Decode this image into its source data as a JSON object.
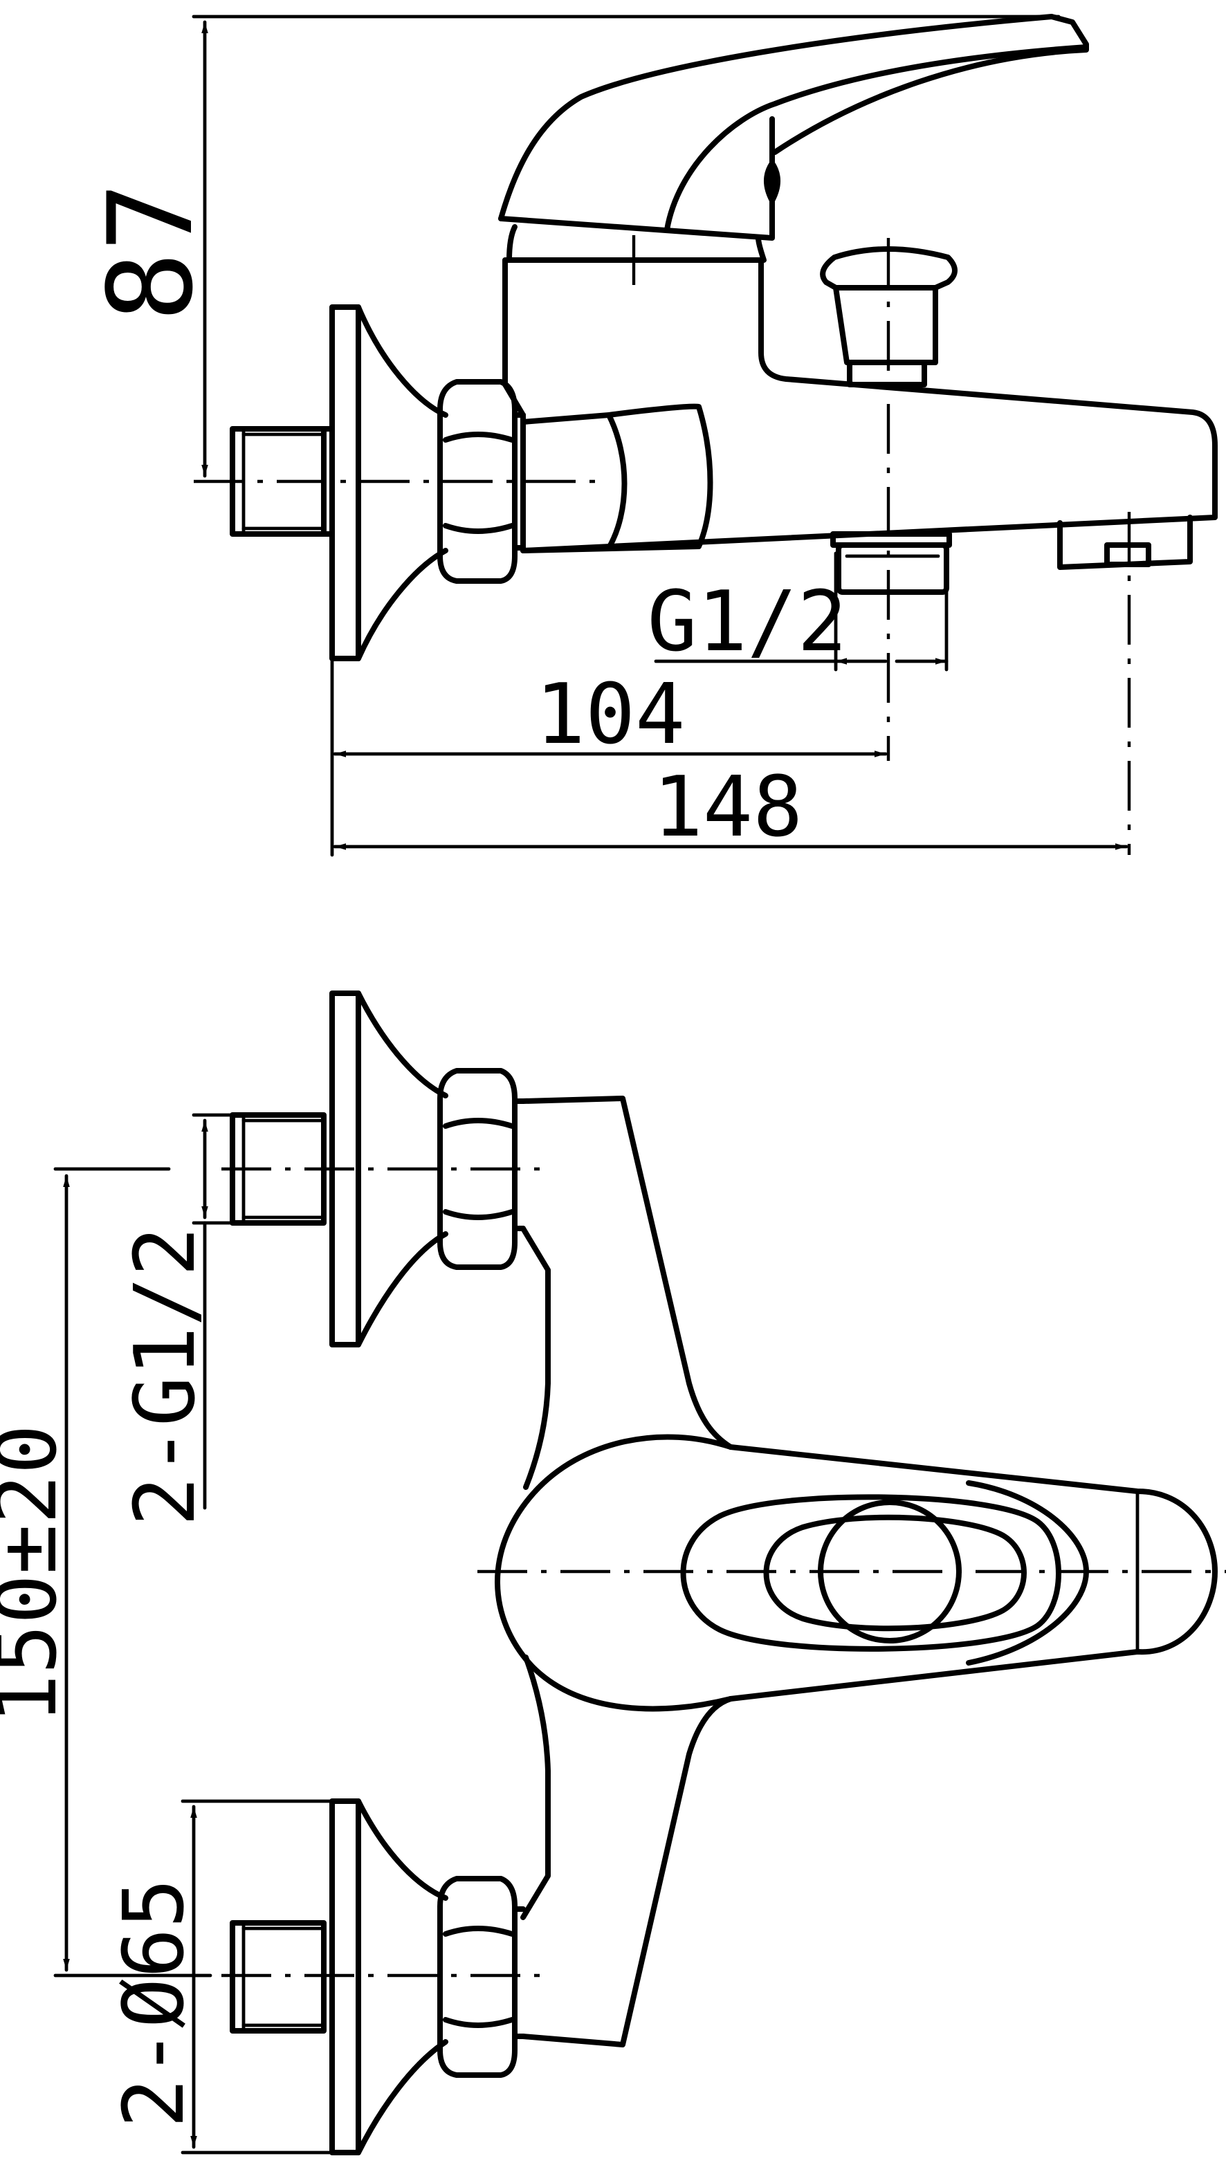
{
  "dimensions": {
    "height": "87",
    "thread_side": "G1/2",
    "outlet_offset": "104",
    "total_length": "148",
    "inlet_thread": "2-G1/2",
    "center_distance": "150±20",
    "flange_diameter": "2-Ø65"
  },
  "colors": {
    "line": "#000000",
    "background": "#ffffff"
  }
}
